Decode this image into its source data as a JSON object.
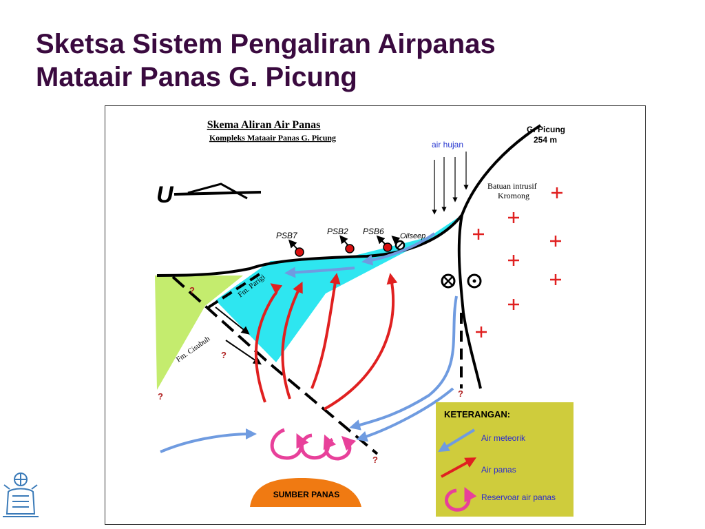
{
  "slide": {
    "title_line1": "Sketsa Sistem Pengaliran Airpanas",
    "title_line2": "Mataair Panas G. Picung"
  },
  "diagram": {
    "heading": "Skema Aliran Air Panas",
    "subheading": "Kompleks Mataair Panas G. Picung",
    "north_label": "U",
    "peak_name": "G. Picung",
    "peak_elevation": "254 m",
    "rain_label": "air hujan",
    "intrusion_label_1": "Batuan intrusif",
    "intrusion_label_2": "Kromong",
    "springs": [
      "PSB7",
      "PSB2",
      "PSB6"
    ],
    "oilseep_label": "Oilseep",
    "formation_parigi": "Fm. Parigi",
    "formation_cisubuh": "Fm. Cisubuh",
    "question_mark": "?",
    "heat_source": "SUMBER PANAS",
    "legend": {
      "title": "KETERANGAN:",
      "items": [
        {
          "label": "Air meteorik",
          "color": "#6f9be0"
        },
        {
          "label": "Air panas",
          "color": "#e02020"
        },
        {
          "label": "Reservoar air panas",
          "color": "#e8409a"
        }
      ]
    },
    "colors": {
      "limestone": "#2ee6f0",
      "cisubuh": "#c4ec6e",
      "legend_bg": "#cfcc3c",
      "heat_source": "#f07a12",
      "meteoric": "#6f9be0",
      "hot_water": "#e02020",
      "reservoir": "#e8409a",
      "intrusion_cross": "#e02020"
    }
  }
}
